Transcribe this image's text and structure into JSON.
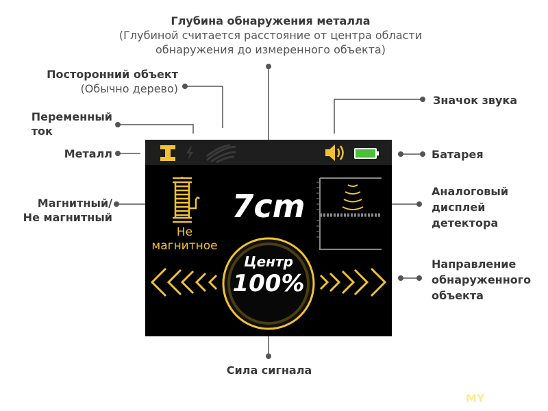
{
  "labels": {
    "depth_title": "Глубина обнаружения металла",
    "depth_note_1": "(Глубиной считается расстояние от центра области",
    "depth_note_2": "обнаружения до измеренного объекта)",
    "foreign_title": "Посторонний объект",
    "foreign_note": "(Обычно дерево)",
    "ac_1": "Переменный",
    "ac_2": "ток",
    "metal": "Металл",
    "magnetic_1": "Магнитный/",
    "magnetic_2": "Не магнитный",
    "sound": "Значок звука",
    "battery": "Батарея",
    "analog_1": "Аналоговый",
    "analog_2": "дисплей",
    "analog_3": "детектора",
    "direction_1": "Направление",
    "direction_2": "обнаруженного",
    "direction_3": "объекта",
    "signal": "Сила сигнала"
  },
  "screen": {
    "depth": "7cm",
    "material_1": "Не",
    "material_2": "магнитное",
    "center_label": "Центр",
    "signal_value": "100%",
    "accent": "#f2c230",
    "battery_color": "#4cbf3a"
  },
  "watermark": "MY"
}
